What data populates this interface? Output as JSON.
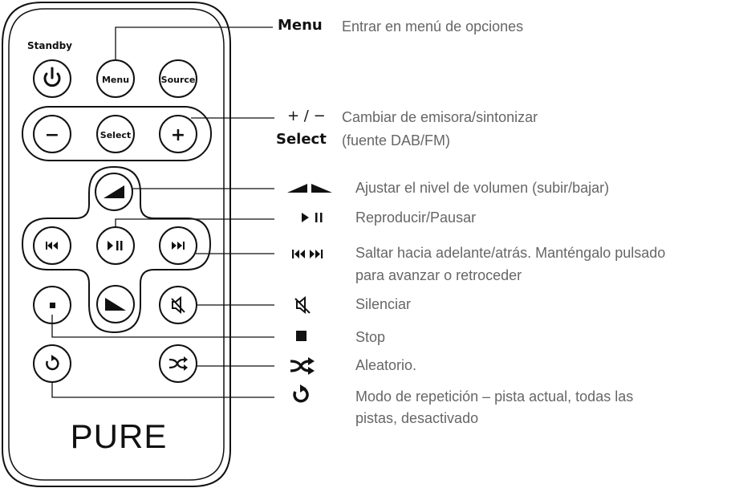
{
  "remote": {
    "standby_label": "Standby",
    "menu_label": "Menu",
    "source_label": "Source",
    "select_label": "Select",
    "minus_glyph": "−",
    "plus_glyph": "+",
    "brand": "PURE"
  },
  "legend": {
    "menu": {
      "key": "Menu",
      "desc": "Entrar en menú de opciones"
    },
    "tune": {
      "key1": "+ / −",
      "key2": "Select",
      "desc1": "Cambiar de emisora/sintonizar",
      "desc2": "(fuente DAB/FM)"
    },
    "volume": {
      "desc": "Ajustar el nivel de volumen (subir/bajar)"
    },
    "play": {
      "desc": "Reproducir/Pausar"
    },
    "skip": {
      "desc1": "Saltar hacia adelante/atrás. Manténgalo pulsado",
      "desc2": "para avanzar o retroceder"
    },
    "mute": {
      "desc": "Silenciar"
    },
    "stop": {
      "desc": "Stop"
    },
    "shuffle": {
      "desc": "Aleatorio."
    },
    "repeat": {
      "desc1": "Modo de repetición – pista actual, todas las",
      "desc2": "pistas, desactivado"
    }
  },
  "colors": {
    "outline": "#111111",
    "text_key": "#111111",
    "text_desc": "#666666"
  }
}
